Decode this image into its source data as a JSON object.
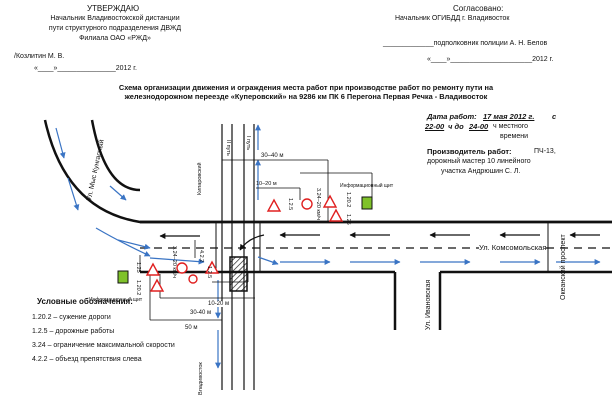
{
  "approve": {
    "head": "УТВЕРЖДАЮ",
    "line1": "Начальник Владивостокской дистанции",
    "line2": "пути структурного подразделения ДВЖД",
    "line3": "Филиала ОАО «РЖД»",
    "sign": "/Козлитин М. В.",
    "date": "«____»_______________2012 г."
  },
  "agreed": {
    "head": "Согласовано:",
    "line1": "Начальник ОГИБДД г. Владивосток",
    "line2": "_____________подполковник полиции А. Н. Белов",
    "date": "«____»_____________________2012 г."
  },
  "title": {
    "line1": "Схема организации движения и ограждения места работ при производстве работ по ремонту пути на",
    "line2": "железнодорожном переезде «Куперовский» на 9286 км ПК 6 Перегона Первая Речка - Владивосток"
  },
  "work": {
    "date_label": "Дата работ:",
    "date_value": "17 мая 2012 г.",
    "time_pre": "с",
    "time_from": "22-00",
    "time_mid": "ч до",
    "time_to": "24-00",
    "time_post": "ч местного",
    "time_word": "времени",
    "producer_label": "Производитель работ:",
    "producer_value": "ПЧ-13,",
    "producer_line2": "дорожный мастер 10 линейного",
    "producer_line3": "участка Андрюшин С. Л."
  },
  "streets": {
    "kungasny": "Ул. Мыс Кунгасный",
    "komsomolskaya": "Ул. Комсомольская",
    "okeansky": "Океанский проспект",
    "ivanovskaya": "Ул. Ивановская",
    "track2": "II путь",
    "track1": "I путь",
    "to_kaparovsk": "Кипаровский",
    "to_vladivostok": "Владивосток"
  },
  "signs_labels": {
    "info_shield_top": "Информационный щит",
    "info_shield_bottom": "Информационный щит",
    "s125": "1.2.5",
    "s324": "3.24–20 км/ч",
    "s1202": "1.20.2",
    "s125b": "1.25",
    "s4": "4.2.2",
    "s5": "1.2.5",
    "s6": "3.24–20 км/ч",
    "s7": "1.20.2",
    "s8": "1.25"
  },
  "dims": {
    "d30_40_top": "30–40 м",
    "d10_20_top": "10–20 м",
    "d10_20_bot": "10-20 м",
    "d30_40_bot": "30-40 м",
    "d50": "50 м"
  },
  "legend": {
    "title": "Условные обозначения:",
    "items": [
      "1.20.2 – сужение дороги",
      "1.2.5 – дорожные работы",
      "3.24 – ограничение максимальной скорости",
      "4.2.2 – объезд препятствия слева"
    ]
  },
  "colors": {
    "arrow": "#3a74c4",
    "sign": "#e02020",
    "shield": "#7fc22a"
  }
}
